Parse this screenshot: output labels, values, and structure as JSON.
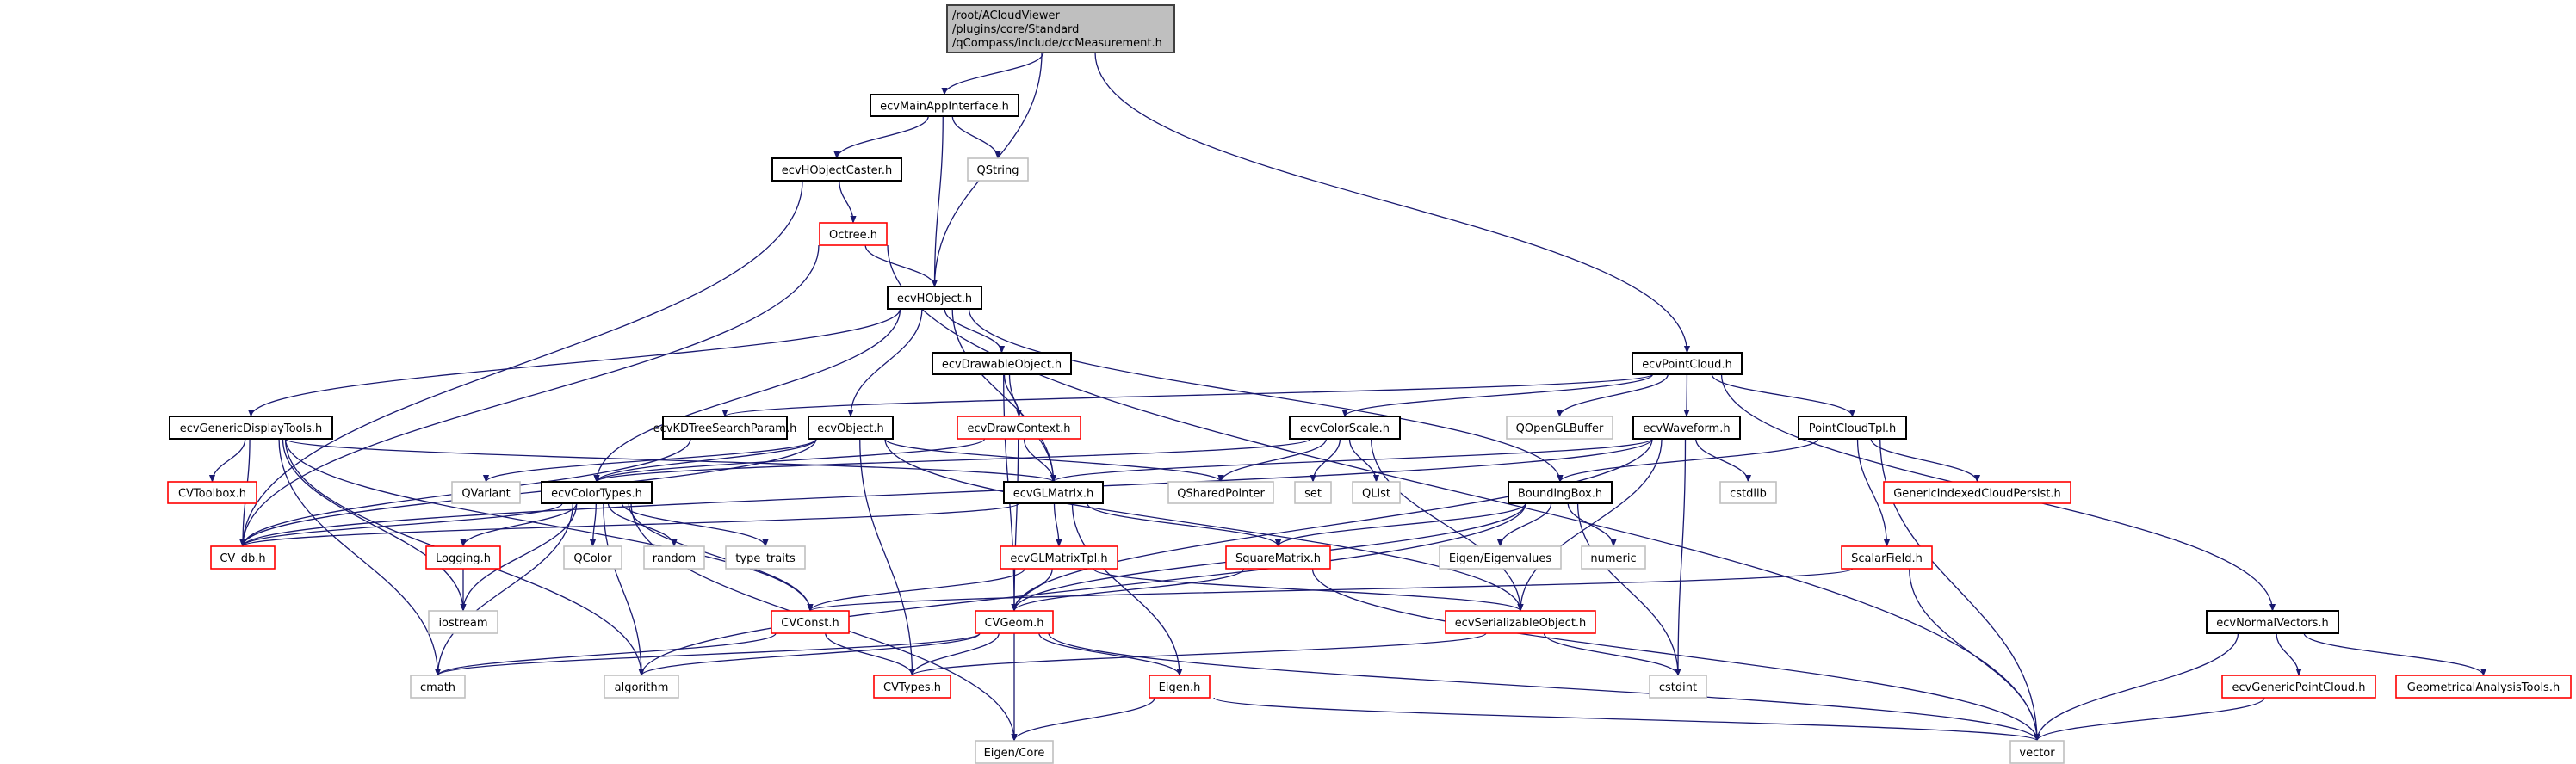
{
  "colors": {
    "edge": "#191970",
    "root_fill": "#bfbfbf",
    "documented_border": "#000000",
    "undocumented_border": "#ff0000",
    "external_border": "#bfbfbf"
  },
  "nodes": [
    {
      "id": "root",
      "label_lines": [
        "/root/ACloudViewer",
        "/plugins/core/Standard",
        "/qCompass/include/ccMeasurement.h"
      ],
      "kind": "root"
    },
    {
      "id": "mainapp",
      "label": "ecvMainAppInterface.h",
      "kind": "documented"
    },
    {
      "id": "caster",
      "label": "ecvHObjectCaster.h",
      "kind": "documented"
    },
    {
      "id": "qstring",
      "label": "QString",
      "kind": "external"
    },
    {
      "id": "octree",
      "label": "Octree.h",
      "kind": "undocumented"
    },
    {
      "id": "hobject",
      "label": "ecvHObject.h",
      "kind": "documented"
    },
    {
      "id": "drawable",
      "label": "ecvDrawableObject.h",
      "kind": "documented"
    },
    {
      "id": "pointcloud",
      "label": "ecvPointCloud.h",
      "kind": "documented"
    },
    {
      "id": "gendisp",
      "label": "ecvGenericDisplayTools.h",
      "kind": "documented"
    },
    {
      "id": "kdtree",
      "label": "ecvKDTreeSearchParam.h",
      "kind": "documented"
    },
    {
      "id": "object",
      "label": "ecvObject.h",
      "kind": "documented"
    },
    {
      "id": "drawctx",
      "label": "ecvDrawContext.h",
      "kind": "undocumented"
    },
    {
      "id": "colorscale",
      "label": "ecvColorScale.h",
      "kind": "documented"
    },
    {
      "id": "qopenglbuffer",
      "label": "QOpenGLBuffer",
      "kind": "external"
    },
    {
      "id": "waveform",
      "label": "ecvWaveform.h",
      "kind": "documented"
    },
    {
      "id": "pctpl",
      "label": "PointCloudTpl.h",
      "kind": "documented"
    },
    {
      "id": "cvtoolbox",
      "label": "CVToolbox.h",
      "kind": "undocumented"
    },
    {
      "id": "qvariant",
      "label": "QVariant",
      "kind": "external"
    },
    {
      "id": "colortypes",
      "label": "ecvColorTypes.h",
      "kind": "documented"
    },
    {
      "id": "glmatrix",
      "label": "ecvGLMatrix.h",
      "kind": "documented"
    },
    {
      "id": "qsharedpointer",
      "label": "QSharedPointer",
      "kind": "external"
    },
    {
      "id": "set",
      "label": "set",
      "kind": "external"
    },
    {
      "id": "qlist",
      "label": "QList",
      "kind": "external"
    },
    {
      "id": "bbox",
      "label": "BoundingBox.h",
      "kind": "documented"
    },
    {
      "id": "cstdlib",
      "label": "cstdlib",
      "kind": "external"
    },
    {
      "id": "gicp",
      "label": "GenericIndexedCloudPersist.h",
      "kind": "undocumented"
    },
    {
      "id": "cvdb",
      "label": "CV_db.h",
      "kind": "undocumented"
    },
    {
      "id": "logging",
      "label": "Logging.h",
      "kind": "undocumented"
    },
    {
      "id": "qcolor",
      "label": "QColor",
      "kind": "external"
    },
    {
      "id": "random",
      "label": "random",
      "kind": "external"
    },
    {
      "id": "typetraits",
      "label": "type_traits",
      "kind": "external"
    },
    {
      "id": "glmatrixtpl",
      "label": "ecvGLMatrixTpl.h",
      "kind": "undocumented"
    },
    {
      "id": "squarematrix",
      "label": "SquareMatrix.h",
      "kind": "undocumented"
    },
    {
      "id": "eigenvalues",
      "label": "Eigen/Eigenvalues",
      "kind": "external"
    },
    {
      "id": "numeric",
      "label": "numeric",
      "kind": "external"
    },
    {
      "id": "scalarfield",
      "label": "ScalarField.h",
      "kind": "undocumented"
    },
    {
      "id": "iostream",
      "label": "iostream",
      "kind": "external"
    },
    {
      "id": "cvconst",
      "label": "CVConst.h",
      "kind": "undocumented"
    },
    {
      "id": "cvgeom",
      "label": "CVGeom.h",
      "kind": "undocumented"
    },
    {
      "id": "serializable",
      "label": "ecvSerializableObject.h",
      "kind": "undocumented"
    },
    {
      "id": "normals",
      "label": "ecvNormalVectors.h",
      "kind": "documented"
    },
    {
      "id": "cmath",
      "label": "cmath",
      "kind": "external"
    },
    {
      "id": "algorithm",
      "label": "algorithm",
      "kind": "external"
    },
    {
      "id": "cvtypes",
      "label": "CVTypes.h",
      "kind": "undocumented"
    },
    {
      "id": "eigen",
      "label": "Eigen.h",
      "kind": "undocumented"
    },
    {
      "id": "cstdint",
      "label": "cstdint",
      "kind": "external"
    },
    {
      "id": "genpc",
      "label": "ecvGenericPointCloud.h",
      "kind": "undocumented"
    },
    {
      "id": "geotools",
      "label": "GeometricalAnalysisTools.h",
      "kind": "undocumented"
    },
    {
      "id": "eigencore",
      "label": "Eigen/Core",
      "kind": "external"
    },
    {
      "id": "vector",
      "label": "vector",
      "kind": "external"
    }
  ],
  "edges": [
    [
      "root",
      "mainapp"
    ],
    [
      "root",
      "hobject"
    ],
    [
      "root",
      "pointcloud"
    ],
    [
      "mainapp",
      "caster"
    ],
    [
      "mainapp",
      "qstring"
    ],
    [
      "mainapp",
      "hobject"
    ],
    [
      "caster",
      "octree"
    ],
    [
      "caster",
      "cvdb"
    ],
    [
      "octree",
      "hobject"
    ],
    [
      "octree",
      "cvdb"
    ],
    [
      "octree",
      "vector"
    ],
    [
      "hobject",
      "gendisp"
    ],
    [
      "hobject",
      "object"
    ],
    [
      "hobject",
      "drawable"
    ],
    [
      "hobject",
      "colortypes"
    ],
    [
      "hobject",
      "glmatrix"
    ],
    [
      "hobject",
      "bbox"
    ],
    [
      "drawable",
      "drawctx"
    ],
    [
      "drawable",
      "glmatrix"
    ],
    [
      "drawable",
      "cvgeom"
    ],
    [
      "drawctx",
      "glmatrix"
    ],
    [
      "drawctx",
      "colortypes"
    ],
    [
      "drawctx",
      "cvgeom"
    ],
    [
      "object",
      "cvdb"
    ],
    [
      "object",
      "colortypes"
    ],
    [
      "object",
      "qvariant"
    ],
    [
      "object",
      "qsharedpointer"
    ],
    [
      "object",
      "serializable"
    ],
    [
      "object",
      "cvtypes"
    ],
    [
      "gendisp",
      "cvtoolbox"
    ],
    [
      "gendisp",
      "cvdb"
    ],
    [
      "gendisp",
      "glmatrix"
    ],
    [
      "gendisp",
      "iostream"
    ],
    [
      "gendisp",
      "cmath"
    ],
    [
      "gendisp",
      "algorithm"
    ],
    [
      "gendisp",
      "cvconst"
    ],
    [
      "kdtree",
      "cvdb"
    ],
    [
      "colortypes",
      "cvdb"
    ],
    [
      "colortypes",
      "logging"
    ],
    [
      "colortypes",
      "iostream"
    ],
    [
      "colortypes",
      "qcolor"
    ],
    [
      "colortypes",
      "random"
    ],
    [
      "colortypes",
      "typetraits"
    ],
    [
      "colortypes",
      "cvconst"
    ],
    [
      "colortypes",
      "cmath"
    ],
    [
      "colortypes",
      "algorithm"
    ],
    [
      "colortypes",
      "eigencore"
    ],
    [
      "logging",
      "iostream"
    ],
    [
      "glmatrix",
      "cvdb"
    ],
    [
      "glmatrix",
      "glmatrixtpl"
    ],
    [
      "glmatrix",
      "squarematrix"
    ],
    [
      "glmatrix",
      "eigen"
    ],
    [
      "glmatrixtpl",
      "cvconst"
    ],
    [
      "glmatrixtpl",
      "cvgeom"
    ],
    [
      "glmatrixtpl",
      "serializable"
    ],
    [
      "squarematrix",
      "cvgeom"
    ],
    [
      "squarematrix",
      "vector"
    ],
    [
      "cvconst",
      "cvtypes"
    ],
    [
      "cvconst",
      "cmath"
    ],
    [
      "cvgeom",
      "cvtypes"
    ],
    [
      "cvgeom",
      "eigen"
    ],
    [
      "cvgeom",
      "eigencore"
    ],
    [
      "cvgeom",
      "cmath"
    ],
    [
      "cvgeom",
      "algorithm"
    ],
    [
      "cvgeom",
      "vector"
    ],
    [
      "eigen",
      "eigencore"
    ],
    [
      "eigen",
      "vector"
    ],
    [
      "pointcloud",
      "kdtree"
    ],
    [
      "pointcloud",
      "colorscale"
    ],
    [
      "pointcloud",
      "qopenglbuffer"
    ],
    [
      "pointcloud",
      "waveform"
    ],
    [
      "pointcloud",
      "pctpl"
    ],
    [
      "pointcloud",
      "normals"
    ],
    [
      "colorscale",
      "colortypes"
    ],
    [
      "colorscale",
      "qsharedpointer"
    ],
    [
      "colorscale",
      "set"
    ],
    [
      "colorscale",
      "qlist"
    ],
    [
      "colorscale",
      "serializable"
    ],
    [
      "waveform",
      "glmatrix"
    ],
    [
      "waveform",
      "cvdb"
    ],
    [
      "waveform",
      "cvgeom"
    ],
    [
      "waveform",
      "cstdlib"
    ],
    [
      "waveform",
      "cstdint"
    ],
    [
      "waveform",
      "serializable"
    ],
    [
      "pctpl",
      "bbox"
    ],
    [
      "pctpl",
      "gicp"
    ],
    [
      "pctpl",
      "scalarfield"
    ],
    [
      "pctpl",
      "vector"
    ],
    [
      "bbox",
      "squarematrix"
    ],
    [
      "bbox",
      "eigenvalues"
    ],
    [
      "bbox",
      "numeric"
    ],
    [
      "bbox",
      "cstdint"
    ],
    [
      "bbox",
      "cvgeom"
    ],
    [
      "bbox",
      "algorithm"
    ],
    [
      "scalarfield",
      "cvconst"
    ],
    [
      "scalarfield",
      "vector"
    ],
    [
      "serializable",
      "cvtypes"
    ],
    [
      "serializable",
      "cstdint"
    ],
    [
      "normals",
      "genpc"
    ],
    [
      "normals",
      "geotools"
    ],
    [
      "normals",
      "vector"
    ],
    [
      "genpc",
      "vector"
    ]
  ]
}
